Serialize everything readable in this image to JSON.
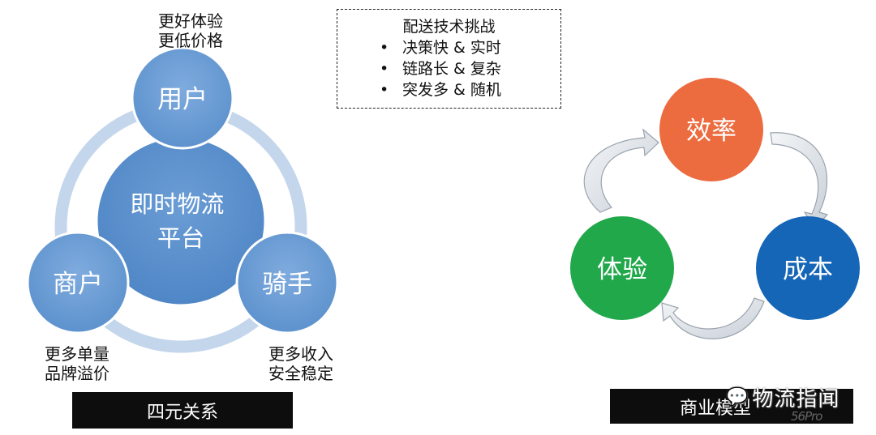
{
  "left_diagram": {
    "center": "即时物流\n平台",
    "nodes": {
      "user": {
        "label": "用户",
        "note": "更好体验\n更低价格"
      },
      "merchant": {
        "label": "商户",
        "note": "更多单量\n品牌溢价"
      },
      "rider": {
        "label": "骑手",
        "note": "更多收入\n安全稳定"
      }
    },
    "caption": "四元关系"
  },
  "challenges": {
    "title": "配送技术挑战",
    "items": [
      "决策快 & 实时",
      "链路长 & 复杂",
      "突发多 & 随机"
    ]
  },
  "right_diagram": {
    "nodes": {
      "efficiency": {
        "label": "效率",
        "color": "#ec6b3f"
      },
      "cost": {
        "label": "成本",
        "color": "#1566b7"
      },
      "experience": {
        "label": "体验",
        "color": "#21a84a"
      }
    },
    "caption": "商业模型"
  },
  "watermark": {
    "text": "物流指闻",
    "icon": "wechat-icon",
    "brand": "56Pro"
  },
  "colors": {
    "light_blue": "#7aa6d9",
    "mid_blue": "#5e94cf",
    "ring": "#b8cde8"
  }
}
